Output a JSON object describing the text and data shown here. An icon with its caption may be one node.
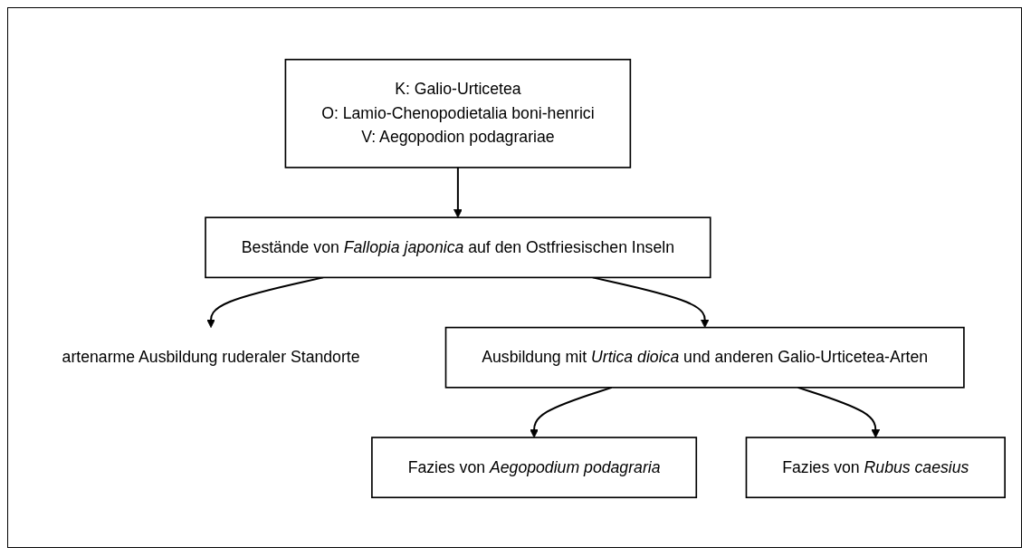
{
  "diagram": {
    "nodes": [
      {
        "text": [
          "K: Galio-Urticetea",
          "O: Lamio-Chenopodietalia boni-henrici",
          "V: Aegopodion podagrariae"
        ]
      },
      {
        "text": [
          "Bestände von *Fallopia japonica* auf den Ostfriesischen Inseln"
        ]
      },
      {
        "text": [
          "artenarme Ausbildung ruderaler Standorte"
        ]
      },
      {
        "text": [
          "Ausbildung mit *Urtica dioica* und anderen Galio-Urticetea-Arten"
        ]
      },
      {
        "text": [
          "Fazies von *Aegopodium podagraria*"
        ]
      },
      {
        "text": [
          "Fazies von *Rubus caesius*"
        ]
      }
    ],
    "edges": [
      {
        "from": 0,
        "to": 1,
        "arrow": "to"
      },
      {
        "from": 1,
        "to": 3,
        "arrow": "to"
      },
      {
        "from": 1,
        "to": 2,
        "arrow": "to"
      },
      {
        "from": 3,
        "to": 4,
        "arrow": "to"
      },
      {
        "from": 3,
        "to": 5,
        "arrow": "to"
      }
    ]
  }
}
